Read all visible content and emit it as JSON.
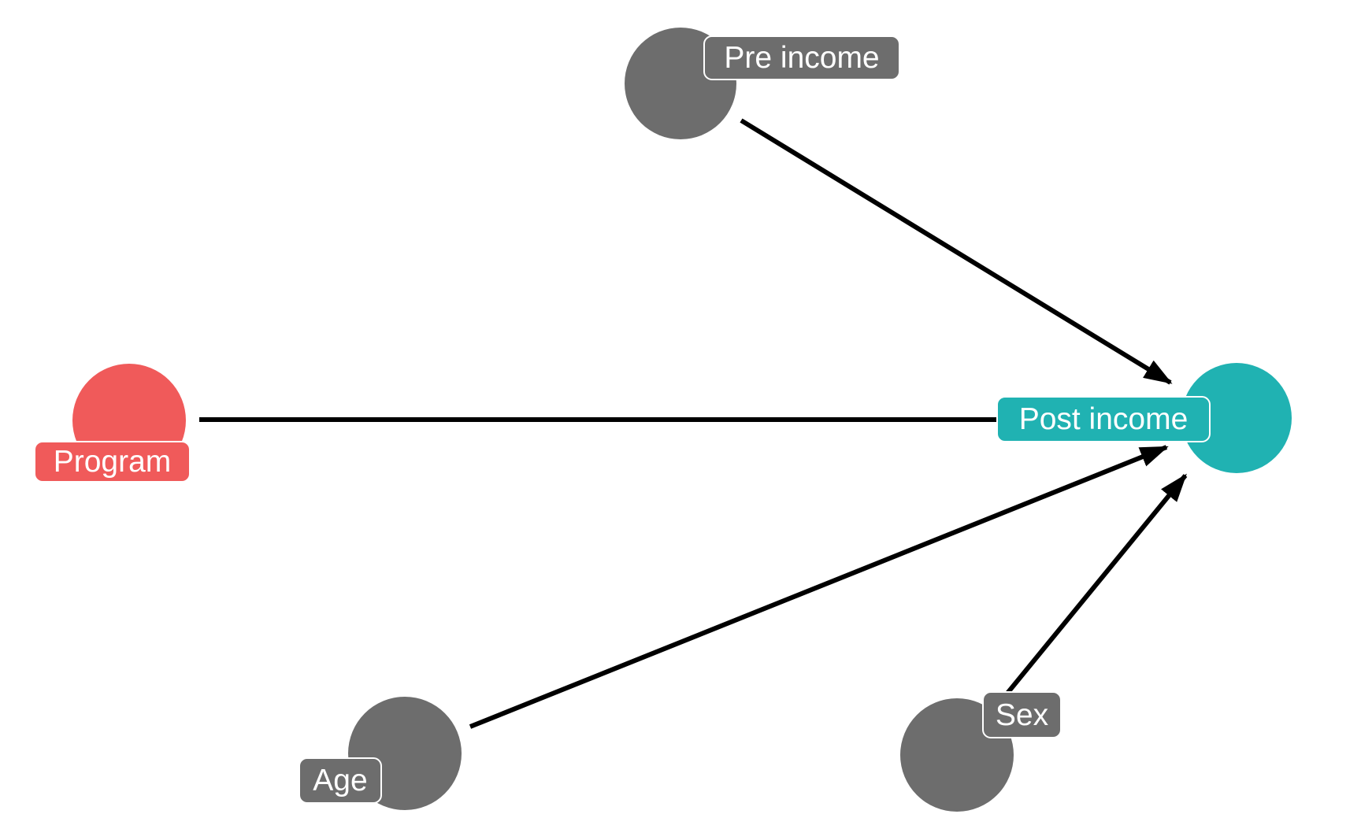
{
  "diagram": {
    "kind": "causal-dag",
    "background_color": "#FFFFFF",
    "edge_color": "#000000",
    "label_text_color": "#FFFFFF",
    "nodes": [
      {
        "id": "pre-income",
        "label": "Pre income",
        "color": "#6D6D6D"
      },
      {
        "id": "program",
        "label": "Program",
        "color": "#F05A5A"
      },
      {
        "id": "post-income",
        "label": "Post income",
        "color": "#20B2B2"
      },
      {
        "id": "age",
        "label": "Age",
        "color": "#6D6D6D"
      },
      {
        "id": "sex",
        "label": "Sex",
        "color": "#6D6D6D"
      }
    ],
    "edges": [
      {
        "from": "Pre income",
        "to": "Post income",
        "arrowhead": true
      },
      {
        "from": "Program",
        "to": "Post income",
        "arrowhead": false
      },
      {
        "from": "Age",
        "to": "Post income",
        "arrowhead": true
      },
      {
        "from": "Sex",
        "to": "Post income",
        "arrowhead": true
      }
    ]
  }
}
